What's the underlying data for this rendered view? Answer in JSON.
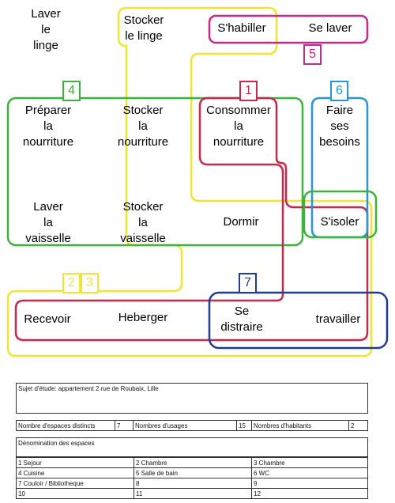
{
  "diagram": {
    "groups": [
      {
        "number": "4",
        "color": "#3cb43c"
      },
      {
        "number": "1",
        "color": "#c8284b"
      },
      {
        "number": "6",
        "color": "#2896d2"
      },
      {
        "number": "5",
        "color": "#c8288c"
      },
      {
        "number": "7",
        "color": "#1e3c96"
      },
      {
        "number": "2",
        "color": "#f0e632"
      },
      {
        "number": "3",
        "color": "#f0e632"
      }
    ],
    "labels": {
      "laver_linge": "Laver\nle\nlinge",
      "stocker_linge": "Stocker\nle linge",
      "s_habiller": "S'habiller",
      "se_laver": "Se laver",
      "preparer": "Préparer\nla\nnourriture",
      "stocker_nourriture": "Stocker\nla\nnourriture",
      "consommer": "Consommer\nla\nnourriture",
      "faire_besoins": "Faire\nses\nbesoins",
      "laver_vaisselle": "Laver\nla\nvaisselle",
      "stocker_vaisselle": "Stocker\nla\nvaisselle",
      "dormir": "Dormir",
      "s_isoler": "S'isoler",
      "recevoir": "Recevoir",
      "heberger": "Heberger",
      "se_distraire": "Se\ndistraire",
      "travailler": "travailler"
    }
  },
  "info": {
    "subject": "Sujet d'étude: appartement 2 rue de Roubaix, Lille",
    "distinct_label": "Nombre d'espaces distincts",
    "distinct_value": "7",
    "usages_label": "Nombres d'usages",
    "usages_value": "15",
    "habitants_label": "Nombres d'habitants",
    "habitants_value": "2",
    "spaces_title": "Dénomination des espaces",
    "spaces": [
      [
        "1 Sejour",
        "2 Chambre",
        "3 Chambre"
      ],
      [
        "4 Cuisine",
        "5 Salle de bain",
        "6 WC"
      ],
      [
        "7 Couloir / Bibliotheque",
        "8",
        "9"
      ],
      [
        "10",
        "11",
        "12"
      ]
    ]
  }
}
